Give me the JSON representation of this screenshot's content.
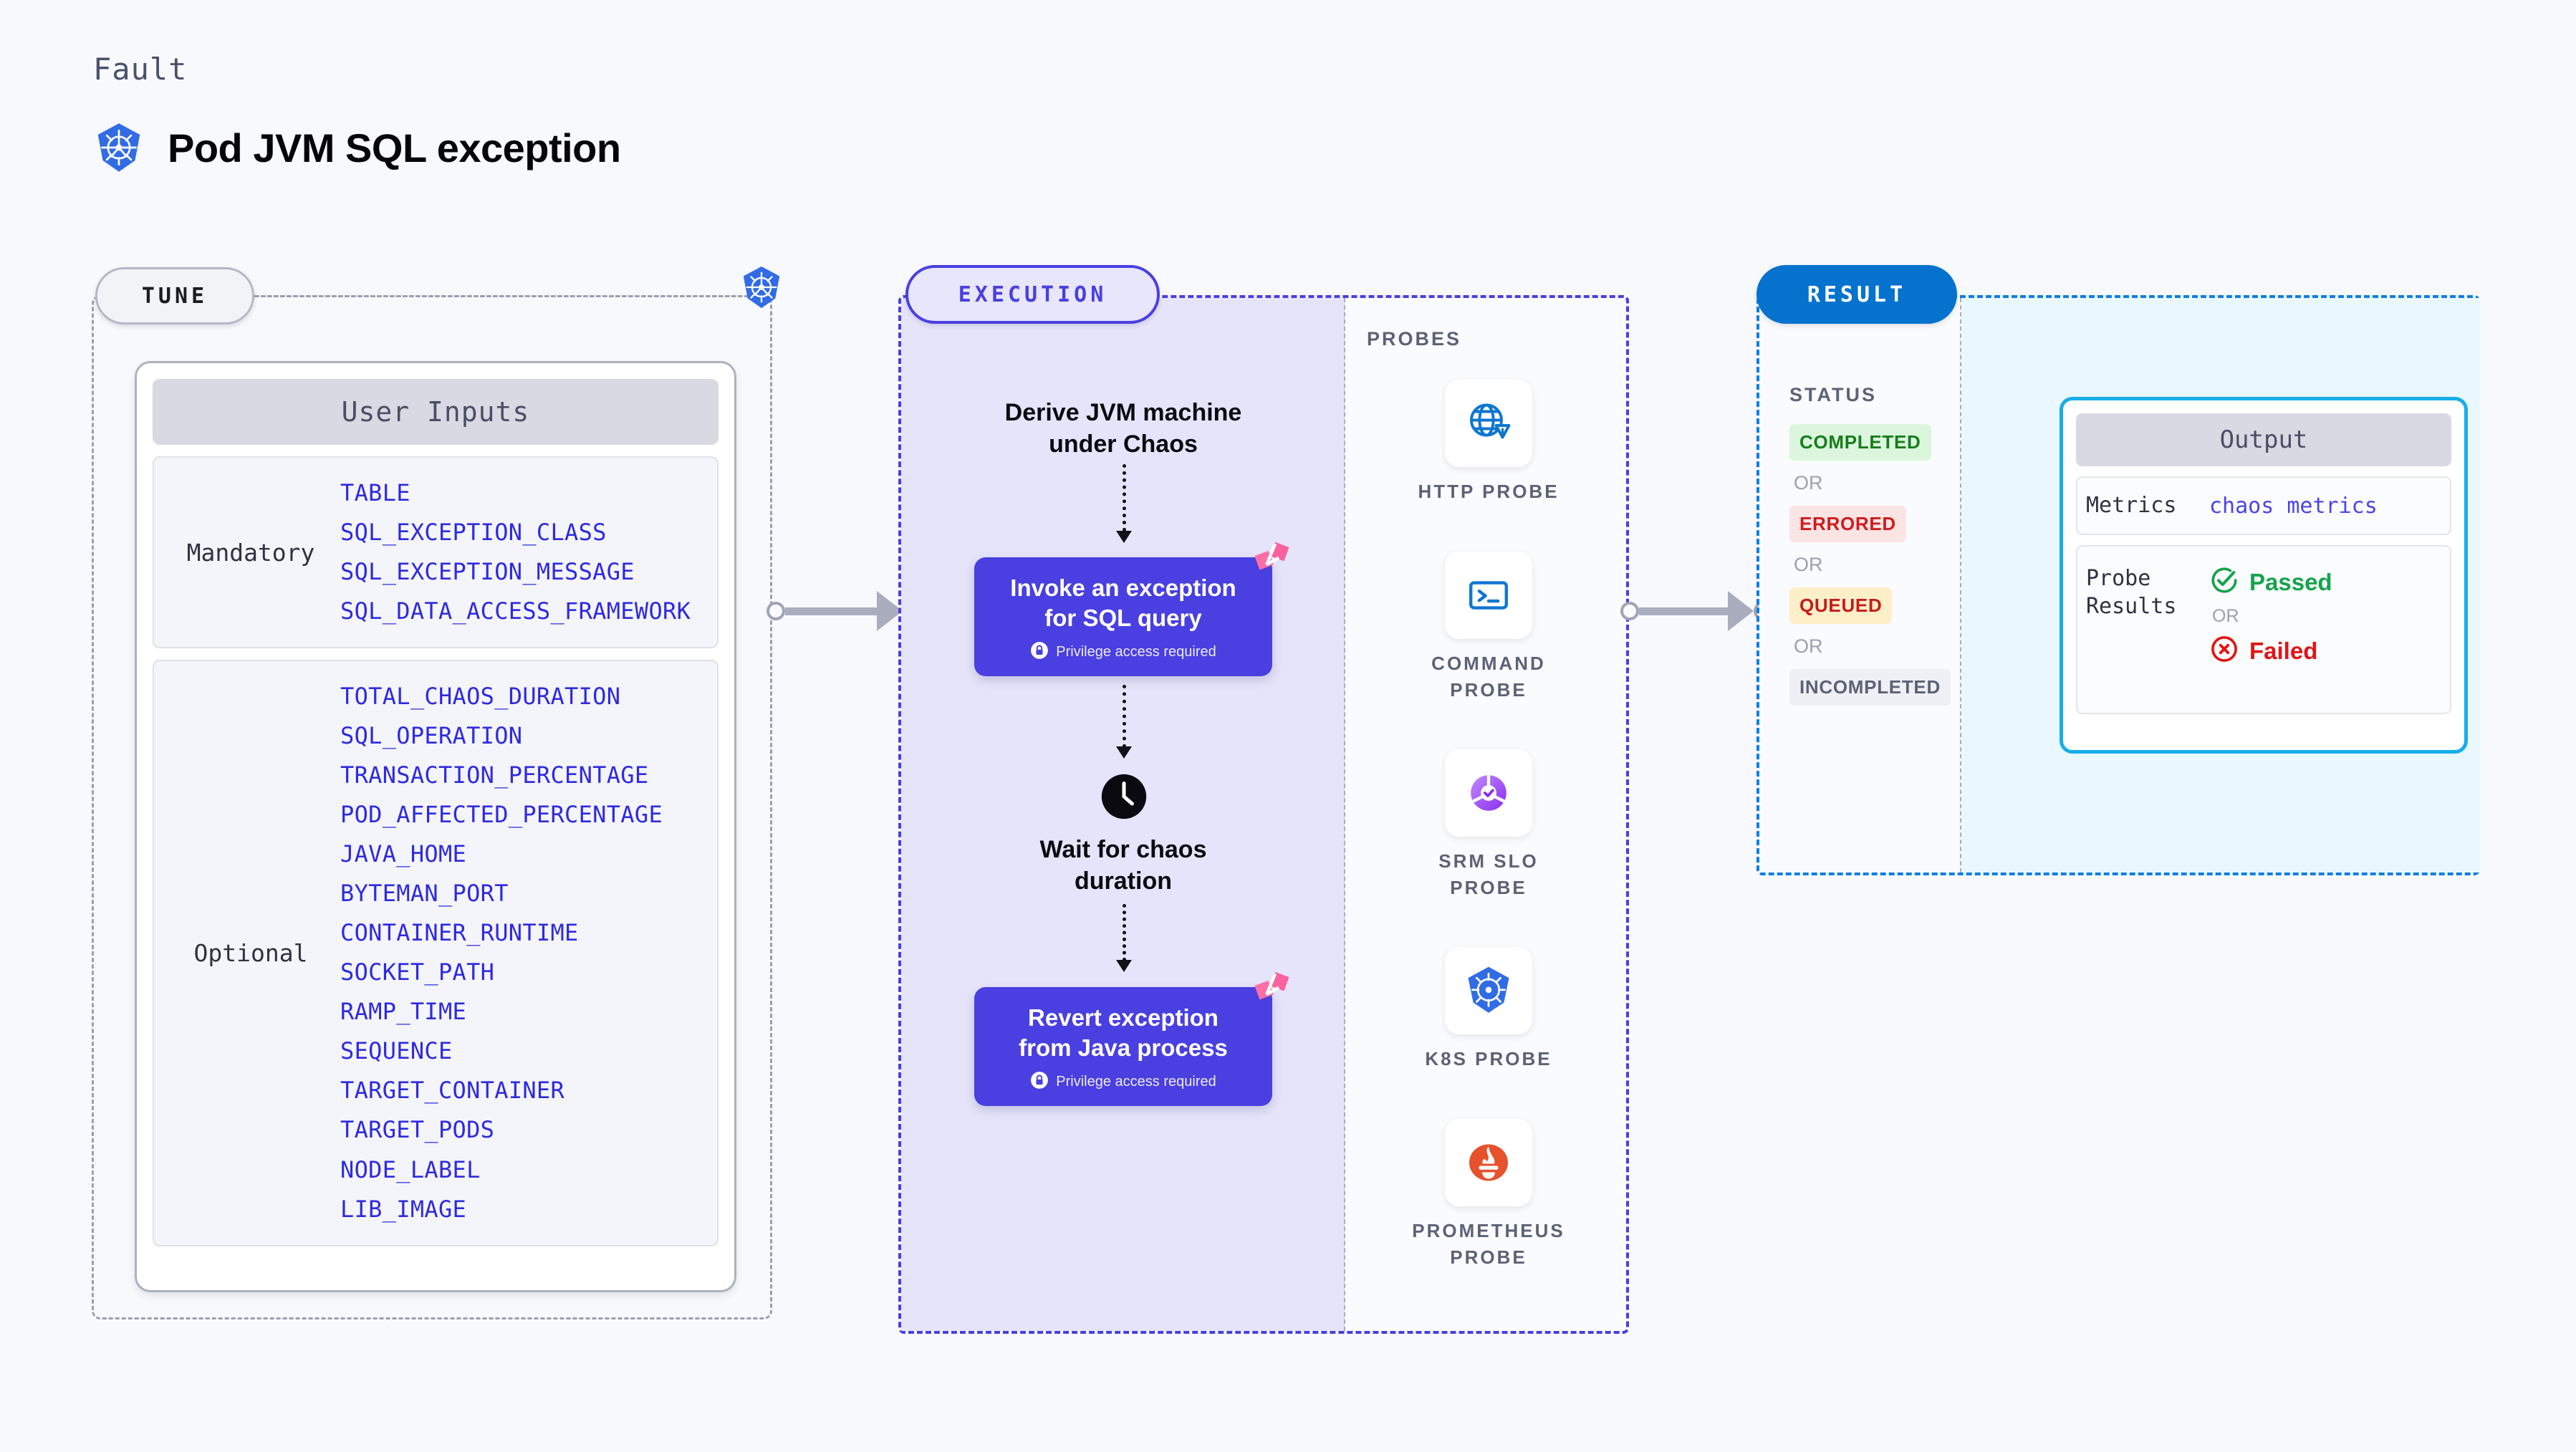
{
  "header": {
    "kicker": "Fault",
    "title": "Pod JVM SQL exception",
    "logo_icon": "kubernetes-icon"
  },
  "tune": {
    "badge": "TUNE",
    "k8s_icon": "kubernetes-icon",
    "card_header": "User Inputs",
    "groups": [
      {
        "label": "Mandatory",
        "params": [
          "TABLE",
          "SQL_EXCEPTION_CLASS",
          "SQL_EXCEPTION_MESSAGE",
          "SQL_DATA_ACCESS_FRAMEWORK"
        ]
      },
      {
        "label": "Optional",
        "params": [
          "TOTAL_CHAOS_DURATION",
          "SQL_OPERATION",
          "TRANSACTION_PERCENTAGE",
          "POD_AFFECTED_PERCENTAGE",
          "JAVA_HOME",
          "BYTEMAN_PORT",
          "CONTAINER_RUNTIME",
          "SOCKET_PATH",
          "RAMP_TIME",
          "SEQUENCE",
          "TARGET_CONTAINER",
          "TARGET_PODS",
          "NODE_LABEL",
          "LIB_IMAGE"
        ]
      }
    ]
  },
  "execution": {
    "badge": "EXECUTION",
    "step1_text": "Derive JVM machine\nunder Chaos",
    "node1": {
      "title": "Invoke an exception\nfor SQL query",
      "privilege": "Privilege access required",
      "lock_icon": "lock-icon",
      "flag_icon": "chaos-flag-icon"
    },
    "wait": {
      "clock_icon": "clock-icon",
      "text": "Wait for chaos\nduration"
    },
    "node2": {
      "title": "Revert exception\nfrom Java process",
      "privilege": "Privilege access required",
      "lock_icon": "lock-icon",
      "flag_icon": "chaos-flag-icon"
    }
  },
  "probes": {
    "title": "PROBES",
    "items": [
      {
        "label": "HTTP  PROBE",
        "icon": "globe-warning-icon"
      },
      {
        "label": "COMMAND\nPROBE",
        "icon": "terminal-icon"
      },
      {
        "label": "SRM  SLO\nPROBE",
        "icon": "slo-check-icon"
      },
      {
        "label": "K8S  PROBE",
        "icon": "kubernetes-icon"
      },
      {
        "label": "PROMETHEUS\nPROBE",
        "icon": "prometheus-icon"
      }
    ]
  },
  "result": {
    "badge": "RESULT",
    "status_title": "STATUS",
    "or_label": "OR",
    "statuses": [
      {
        "label": "COMPLETED",
        "color": "#167d1b",
        "bg": "#dcf5dd"
      },
      {
        "label": "ERRORED",
        "color": "#cf1c1c",
        "bg": "#fbe4e4"
      },
      {
        "label": "QUEUED",
        "color": "#c51b1b",
        "bg": "#fdefc8"
      },
      {
        "label": "INCOMPLETED",
        "color": "#5c6276",
        "bg": "#eef0f5"
      }
    ],
    "output": {
      "header": "Output",
      "metrics_key": "Metrics",
      "metrics_value": "chaos metrics",
      "probe_results_key": "Probe\nResults",
      "passed_label": "Passed",
      "failed_label": "Failed",
      "or_label": "OR",
      "passed_icon": "check-circle-icon",
      "failed_icon": "x-circle-icon"
    }
  },
  "colors": {
    "canvas_bg": "#f8f9fc",
    "accent_purple": "#4a3fe0",
    "accent_blue": "#0572ce",
    "accent_cyan": "#17aee8",
    "param_blue": "#2f2ae0",
    "chaos_pink": "#f9629f"
  }
}
